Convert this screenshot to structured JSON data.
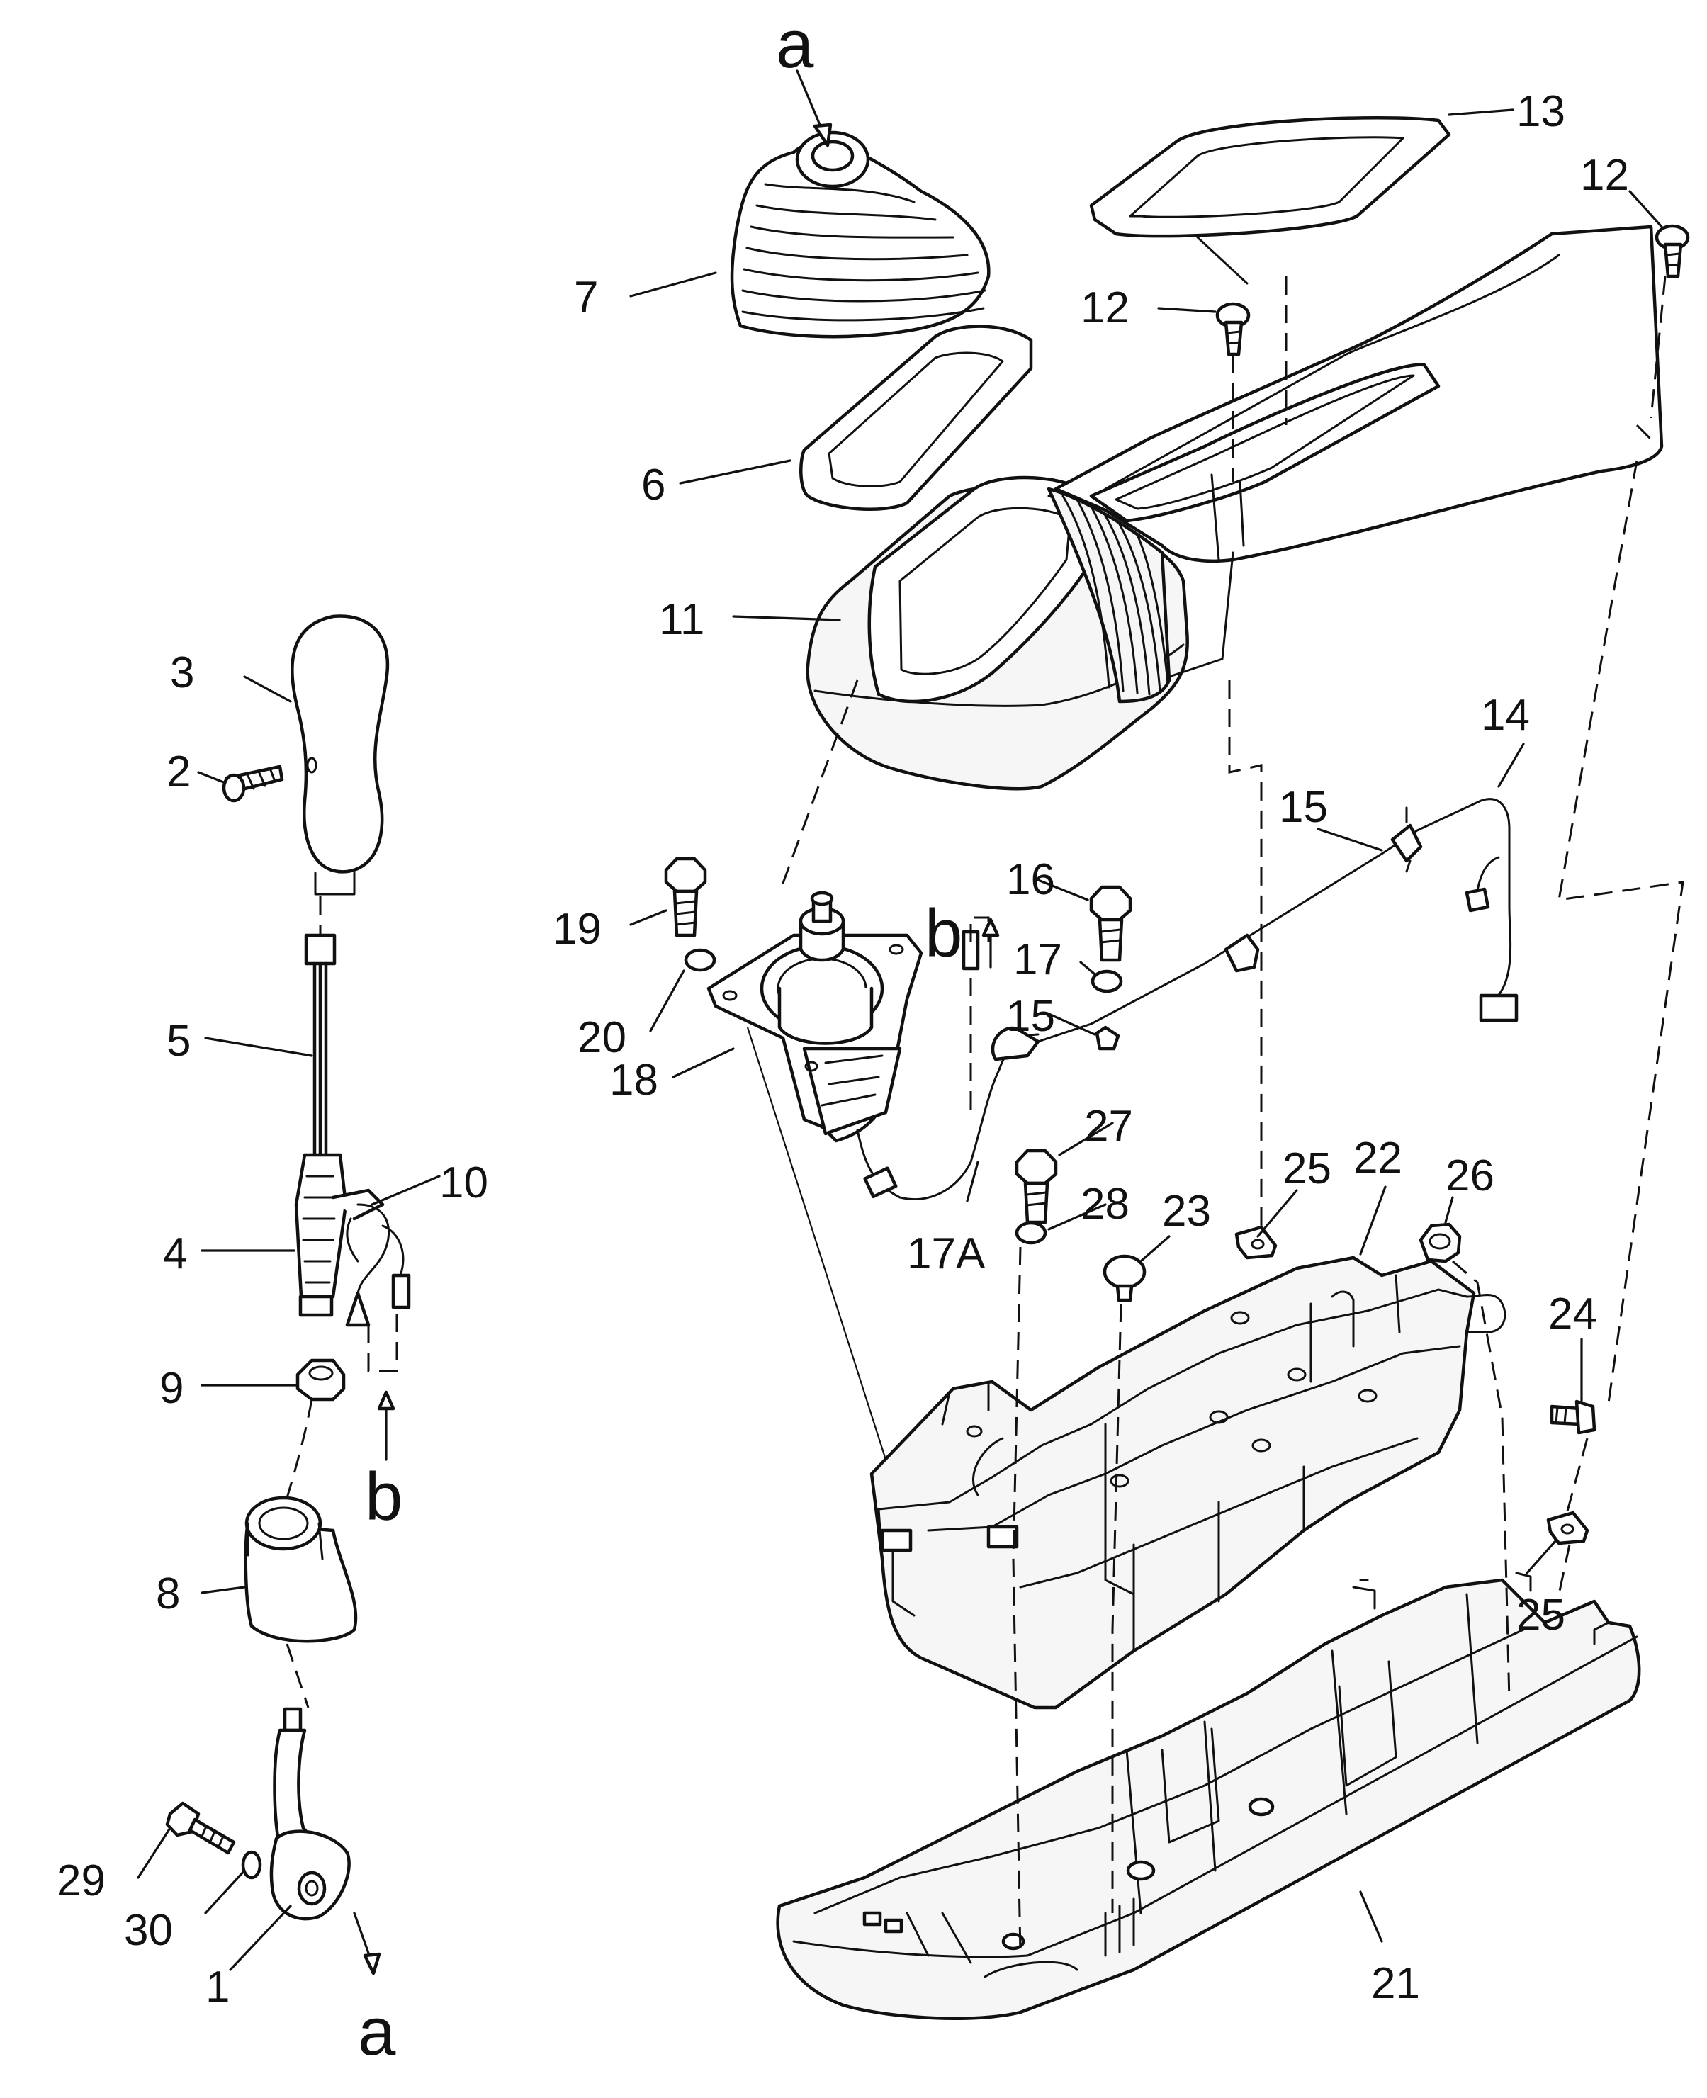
{
  "callouts": [
    {
      "label": "a"
    },
    {
      "label": "13"
    },
    {
      "label": "12"
    },
    {
      "label": "12"
    },
    {
      "label": "7"
    },
    {
      "label": "6"
    },
    {
      "label": "11"
    },
    {
      "label": "3"
    },
    {
      "label": "2"
    },
    {
      "label": "14"
    },
    {
      "label": "15"
    },
    {
      "label": "b"
    },
    {
      "label": "16"
    },
    {
      "label": "19"
    },
    {
      "label": "17"
    },
    {
      "label": "20"
    },
    {
      "label": "15"
    },
    {
      "label": "5"
    },
    {
      "label": "18"
    },
    {
      "label": "27"
    },
    {
      "label": "22"
    },
    {
      "label": "25"
    },
    {
      "label": "26"
    },
    {
      "label": "10"
    },
    {
      "label": "28"
    },
    {
      "label": "23"
    },
    {
      "label": "4"
    },
    {
      "label": "17A"
    },
    {
      "label": "24"
    },
    {
      "label": "9"
    },
    {
      "label": "b"
    },
    {
      "label": "8"
    },
    {
      "label": "25"
    },
    {
      "label": "29"
    },
    {
      "label": "30"
    },
    {
      "label": "1"
    },
    {
      "label": "21"
    },
    {
      "label": "a"
    }
  ]
}
